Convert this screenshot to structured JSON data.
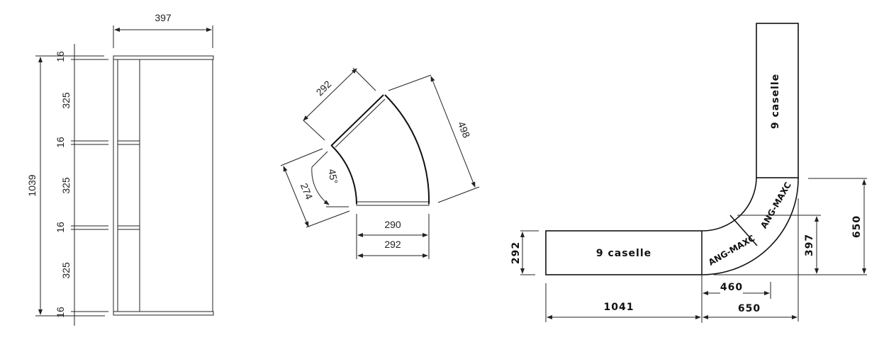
{
  "figure": {
    "views": [
      {
        "id": "front-elevation",
        "dimensions": {
          "width_top": "397",
          "height_total": "1039",
          "shelf_thickness_1": "16",
          "compartment_1": "325",
          "shelf_thickness_2": "16",
          "compartment_2": "325",
          "shelf_thickness_3": "16",
          "compartment_3": "325",
          "shelf_thickness_4": "16"
        }
      },
      {
        "id": "corner-piece-plan",
        "dimensions": {
          "depth_top": "292",
          "outer_arc": "498",
          "inner_arc": "274",
          "angle": "45°",
          "inner_width": "290",
          "outer_width": "292"
        }
      },
      {
        "id": "layout-plan",
        "labels": {
          "vertical_run": "9 caselle",
          "horizontal_run": "9 caselle",
          "corner_upper": "ANG-MAXC",
          "corner_lower": "ANG-MAXC"
        },
        "dimensions": {
          "depth": "292",
          "run_length": "1041",
          "corner_width": "650",
          "corner_mid": "460",
          "corner_height": "650",
          "corner_mid_height": "397"
        }
      }
    ]
  }
}
